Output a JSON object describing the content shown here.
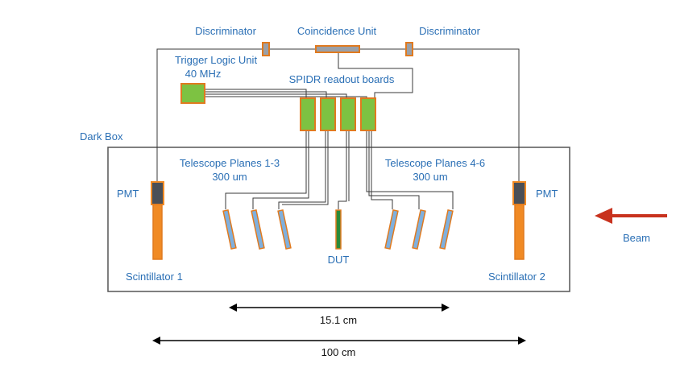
{
  "labels": {
    "discriminator_left": "Discriminator",
    "coincidence_unit": "Coincidence Unit",
    "discriminator_right": "Discriminator",
    "tlu_line1": "Trigger Logic Unit",
    "tlu_line2": "40 MHz",
    "spidr": "SPIDR readout boards",
    "dark_box": "Dark Box",
    "telescope_left_line1": "Telescope Planes 1-3",
    "telescope_left_line2": "300 um",
    "telescope_right_line1": "Telescope Planes 4-6",
    "telescope_right_line2": "300 um",
    "pmt_left": "PMT",
    "pmt_right": "PMT",
    "dut": "DUT",
    "scintillator_left": "Scintillator 1",
    "scintillator_right": "Scintillator 2",
    "beam": "Beam",
    "distance_short": "15.1 cm",
    "distance_long": "100 cm"
  },
  "colors": {
    "label_text": "#2a6fb5",
    "board_fill": "#7dc242",
    "board_border": "#e07a1f",
    "sensor_fill": "#7fb0de",
    "scintillator": "#f08a24",
    "pmt": "#4a4f57",
    "beam_arrow": "#c8321e",
    "box_border": "#555555"
  }
}
